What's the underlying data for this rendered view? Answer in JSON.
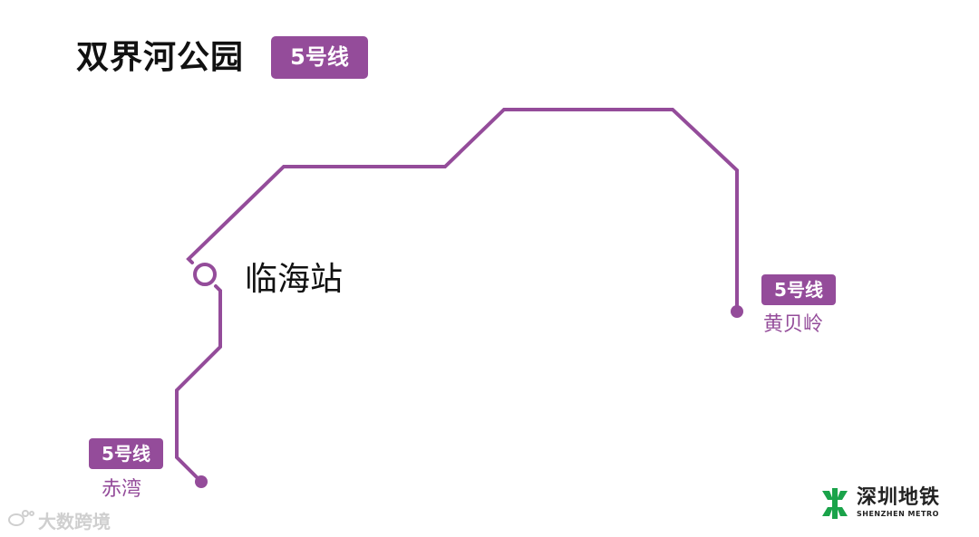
{
  "title": "双界河公园",
  "line_badge": "5号线",
  "line_color": "#944c9a",
  "station": "临海站",
  "terminals": {
    "right": {
      "badge": "5号线",
      "name": "黄贝岭"
    },
    "left": {
      "badge": "5号线",
      "name": "赤湾"
    }
  },
  "watermark": {
    "icon": "weibo-icon",
    "text": "大数跨境"
  },
  "logo": {
    "icon": "shenzhen-metro-logo",
    "cn": "深圳地铁",
    "en": "SHENZHEN METRO"
  }
}
